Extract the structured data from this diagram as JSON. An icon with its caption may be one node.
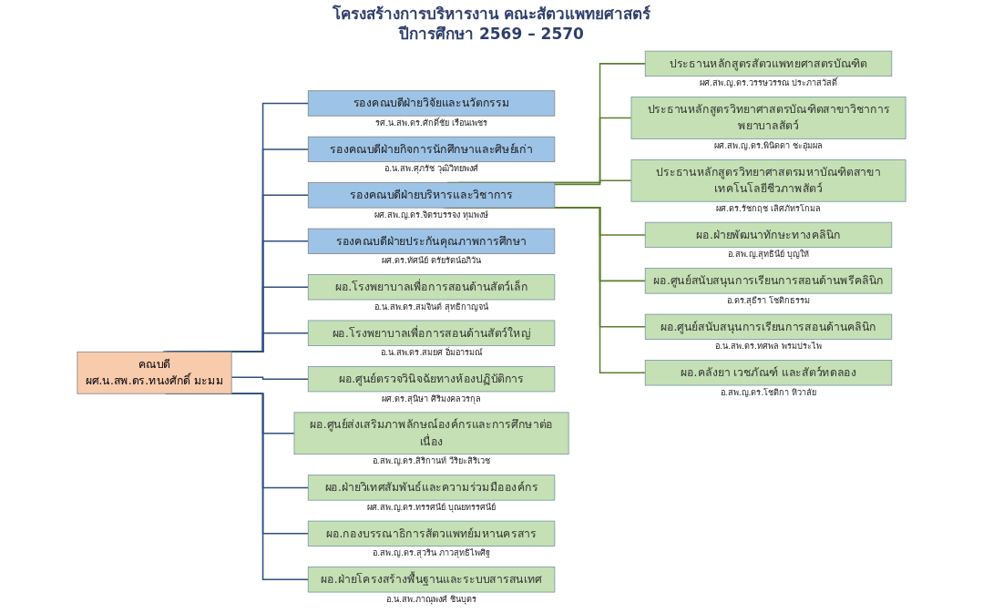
{
  "diagram": {
    "title": "โครงสร้างการบริหารงาน คณะสัตวแพทยศาสตร์",
    "labels": [
      "ปีการศึกษา 2569 – 2570"
    ],
    "nodes": [
      {
        "text": [
          "คณบดี",
          "ผศ.น.สพ.ดร.ทนงศักดิ์ มะมม"
        ]
      },
      {
        "text": [
          "รองคณบดีฝ่ายวิจัยและนวัตกรรม"
        ],
        "beside": [
          "รศ.น.สพ.ดร.ศักดิ์ชัย เรือนเพชร"
        ]
      },
      {
        "text": [
          "รองคณบดีฝ่ายกิจการนักศึกษาและศิษย์เก่า"
        ],
        "beside": [
          "อ.น.สพ.ศุภรัช วุฒิวิทยพงศ์"
        ]
      },
      {
        "text": [
          "รองคณบดีฝ่ายบริหารและวิชาการ"
        ],
        "beside": [
          "ผศ.สพ.ญ.ดร.จิตรบรรจง ทุมพงษ์"
        ]
      },
      {
        "text": [
          "รองคณบดีฝ่ายประกันคุณภาพการศึกษา"
        ],
        "beside": [
          "ผศ.ดร.ทัศนีย์ ตรัยรัตน์อภิวัน"
        ]
      },
      {
        "text": [
          "ผอ.โรงพยาบาลเพื่อการสอนด้านสัตว์เล็ก"
        ],
        "beside": [
          "อ.น.สพ.ดร.สมจินต์ สุทธิกาญจน์"
        ]
      },
      {
        "text": [
          "ผอ.โรงพยาบาลเพื่อการสอนด้านสัตว์ใหญ่"
        ],
        "beside": [
          "อ.น.สพ.ดร.สมยศ อิ่มอารมณ์"
        ]
      },
      {
        "text": [
          "ผอ.ศูนย์ตรวจวินิจฉัยทางห้องปฏิบัติการ"
        ],
        "beside": [
          "ผศ.ดร.สุนิษา ศิริมงคลวรกุล"
        ]
      },
      {
        "text": [
          "ประธานหลักสูตรสัตวแพทยศาสตรบัณฑิต"
        ],
        "beside": [
          "ผศ.สพ.ญ.ดร.วรรษวรรณ ประภาสวัสดิ์"
        ]
      },
      {
        "text": [
          "ประธานหลักสูตรวิทยาศาสตรบัณฑิตสาขาวิชาการพยาบาลสัตว์"
        ],
        "beside": [
          "ผศ.สพ.ญ.ดร.พินิดดา ชะอุ่มผล"
        ]
      },
      {
        "text": [
          "ประธานหลักสูตรวิทยาศาสตรมหาบัณฑิตสาขาเทคโนโลยีชีวภาพสัตว์"
        ],
        "beside": [
          "ผศ.ดร.รัชกฤช เลิศภัทรโกมล"
        ]
      },
      {
        "text": [
          "ผอ.ฝ่ายพัฒนาทักษะทางคลินิก"
        ],
        "beside": [
          "อ.สพ.ญ.สุทธินีย์ บุญให้"
        ]
      },
      {
        "text": [
          "ผอ.ศูนย์สนับสนุนการเรียนการสอนด้านพรีคลินิก"
        ],
        "beside": [
          "อ.ดร.สุธีรา โชติกธรรม"
        ]
      },
      {
        "text": [
          "ผอ.ศูนย์สนับสนุนการเรียนการสอนด้านคลินิก"
        ],
        "beside": [
          "อ.น.สพ.ดร.ทศพล พรมประไพ"
        ]
      },
      {
        "text": [
          "ผอ.คลังยา เวชภัณฑ์ และสัตว์ทดลอง"
        ],
        "beside": [
          "อ.สพ.ญ.ดร.โชติกา หิวาลัย"
        ]
      },
      {
        "text": [
          "ผอ.ศูนย์ส่งเสริมภาพลักษณ์องค์กรและการศึกษาต่อเนื่อง"
        ],
        "beside": [
          "อ.สพ.ญ.ดร.สิริกานท์ วีริยะสิริเวช"
        ]
      },
      {
        "text": [
          "ผอ.ฝ่ายวิเทศสัมพันธ์และความร่วมมือองค์กร"
        ],
        "beside": [
          "ผศ.สพ.ญ.ดร.ทรรศนีย์ บุณยทรรศนีย์"
        ]
      },
      {
        "text": [
          "ผอ.กองบรรณาธิการสัตวแพทย์มหานครสาร"
        ],
        "beside": [
          "อ.สพ.ญ.ดร.สุวริน ภาวสุทธิไพศิฐ"
        ]
      },
      {
        "text": [
          "ผอ.ฝ่ายโครงสร้างพื้นฐานและระบบสารสนเทศ"
        ],
        "beside": [
          "อ.น.สพ.ภาณุพงศ์ ชินบุตร"
        ]
      }
    ],
    "edges": [
      {
        "from": 0,
        "to": 1,
        "arrow": "none"
      },
      {
        "from": 0,
        "to": 2,
        "arrow": "none"
      },
      {
        "from": 0,
        "to": 3,
        "arrow": "none"
      },
      {
        "from": 0,
        "to": 4,
        "arrow": "none"
      },
      {
        "from": 0,
        "to": 5,
        "arrow": "none"
      },
      {
        "from": 0,
        "to": 6,
        "arrow": "none"
      },
      {
        "from": 0,
        "to": 7,
        "arrow": "none"
      },
      {
        "from": 0,
        "to": 15,
        "arrow": "none"
      },
      {
        "from": 0,
        "to": 16,
        "arrow": "none"
      },
      {
        "from": 0,
        "to": 17,
        "arrow": "none"
      },
      {
        "from": 0,
        "to": 18,
        "arrow": "none"
      },
      {
        "from": 3,
        "to": 8,
        "arrow": "none",
        "color": "#5b7f2f"
      },
      {
        "from": 3,
        "to": 9,
        "arrow": "none",
        "color": "#5b7f2f"
      },
      {
        "from": 3,
        "to": 10,
        "arrow": "none",
        "color": "#5b7f2f"
      },
      {
        "from": 3,
        "to": 11,
        "arrow": "none",
        "color": "#5b7f2f"
      },
      {
        "from": 3,
        "to": 12,
        "arrow": "none",
        "color": "#5b7f2f"
      },
      {
        "from": 3,
        "to": 13,
        "arrow": "none",
        "color": "#5b7f2f"
      },
      {
        "from": 3,
        "to": 14,
        "arrow": "none",
        "color": "#5b7f2f"
      }
    ]
  }
}
